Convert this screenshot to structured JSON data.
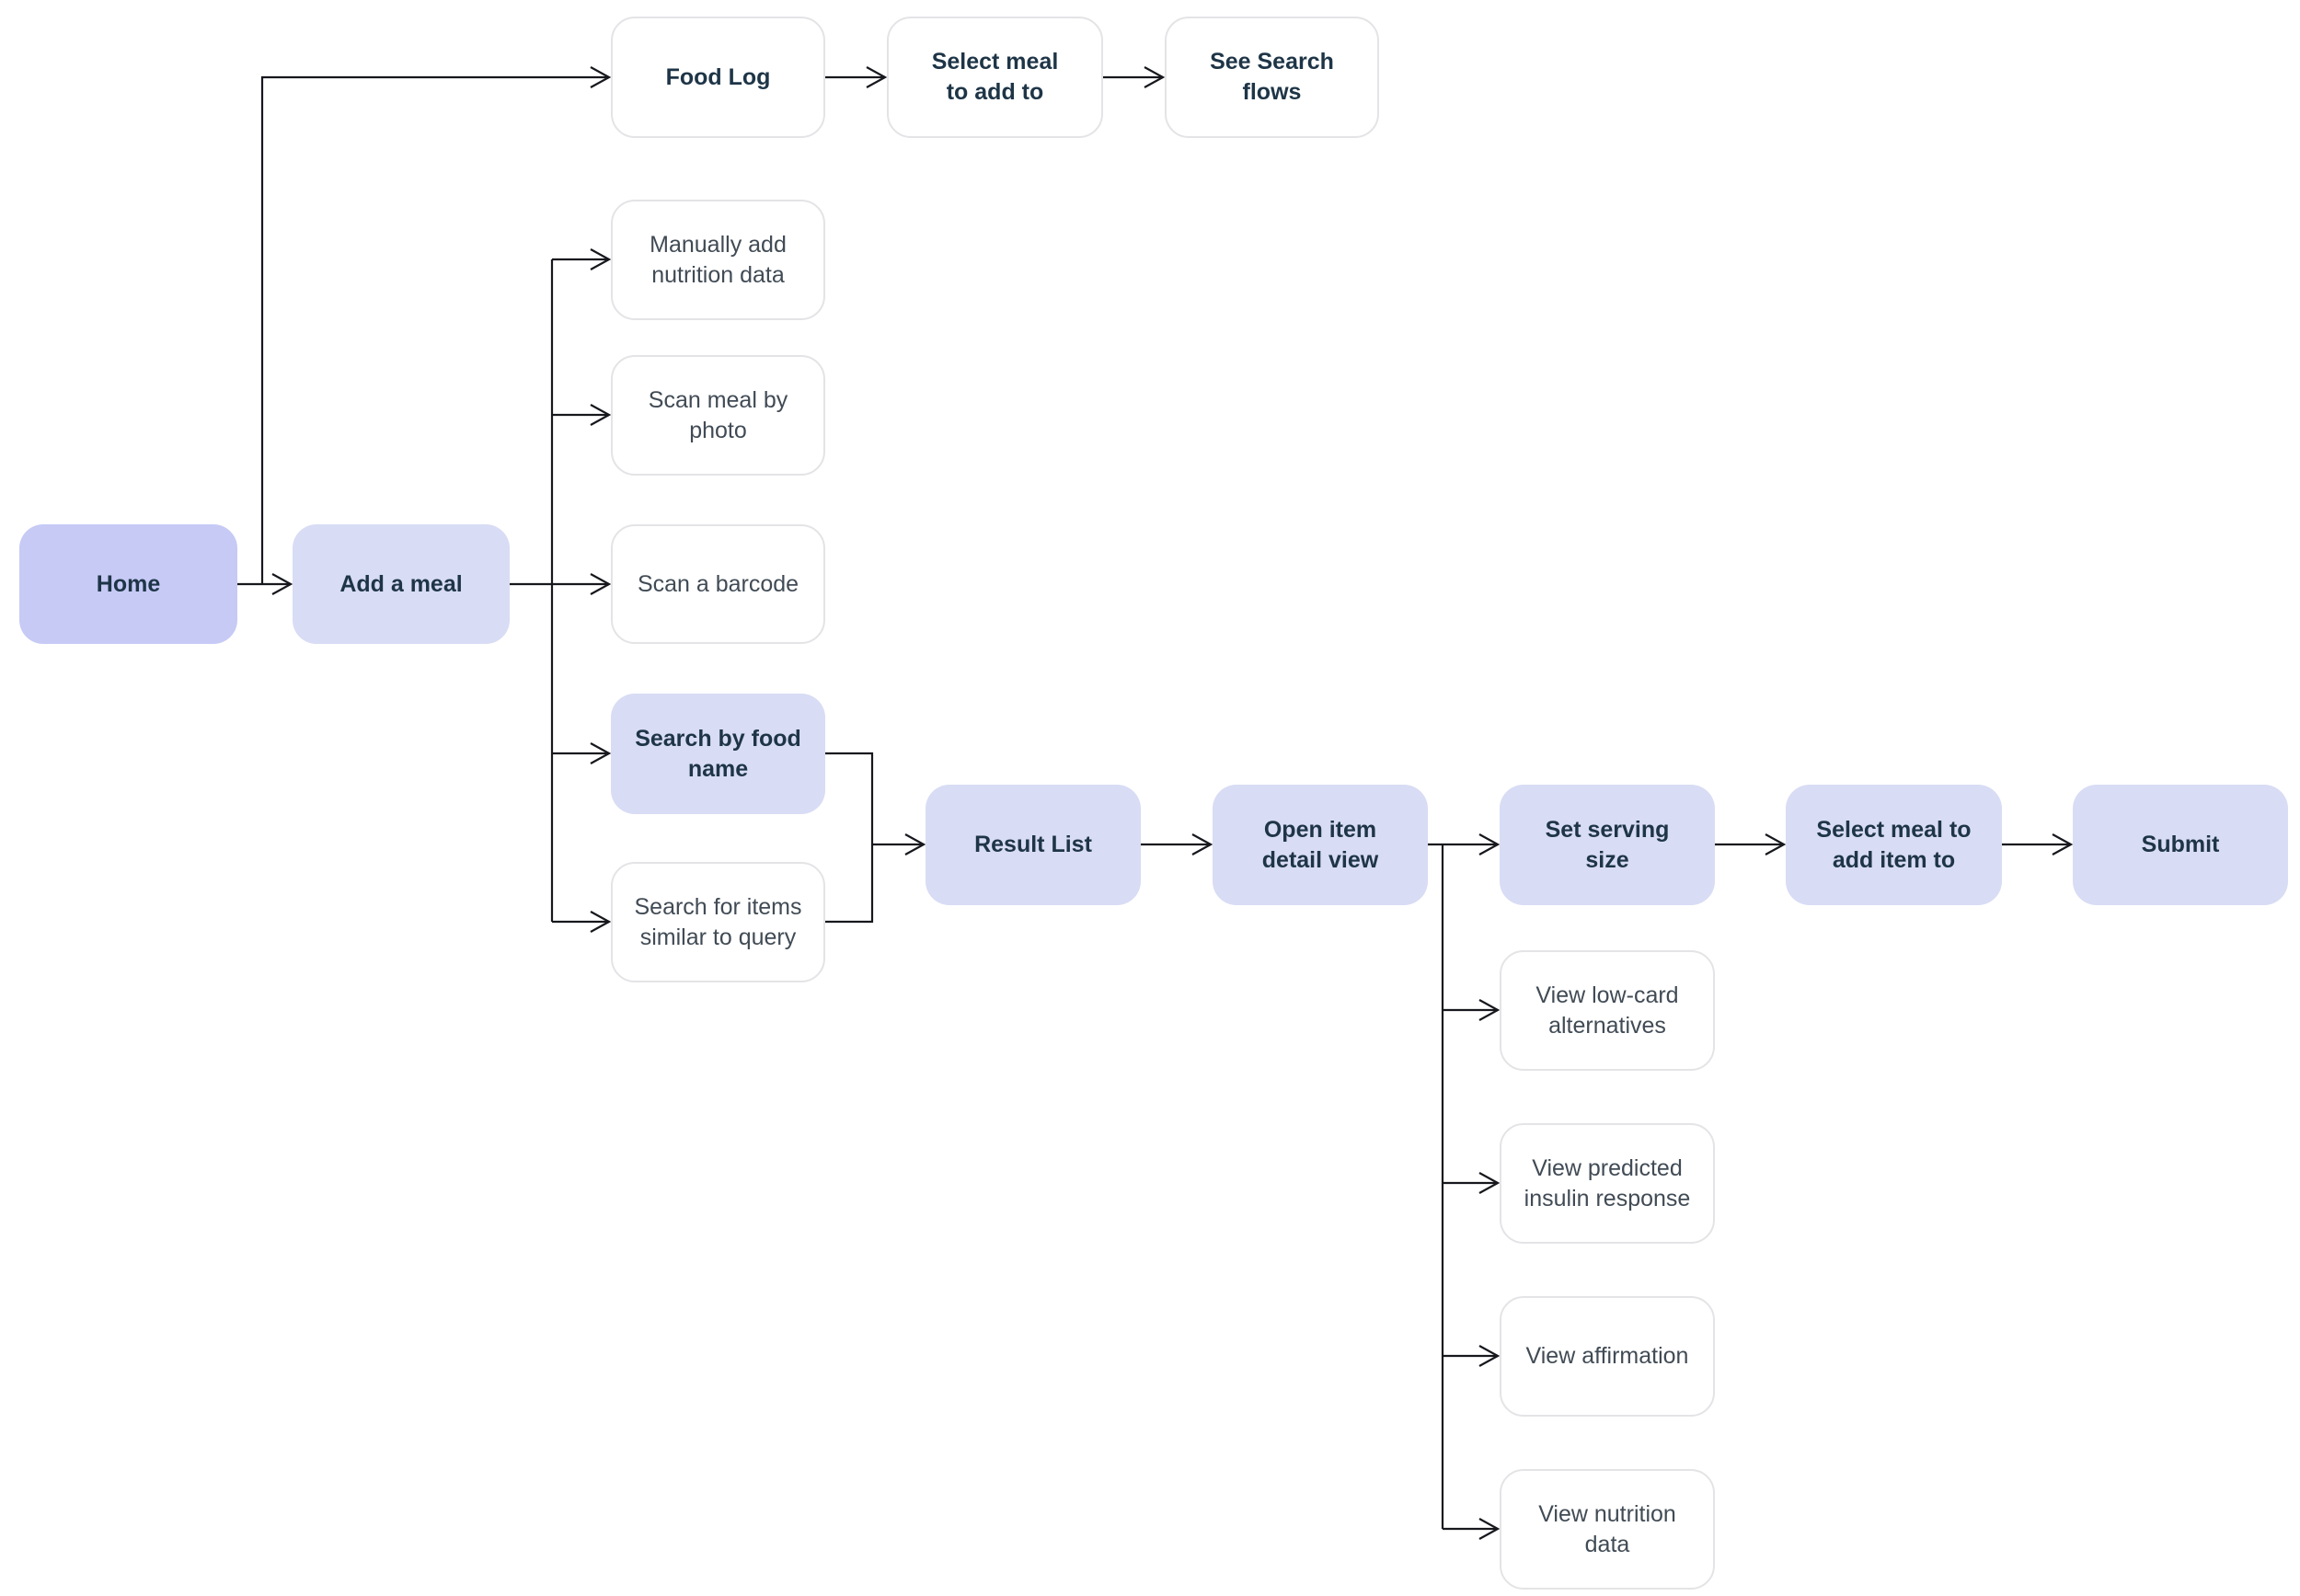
{
  "diagram": {
    "type": "flowchart",
    "colors": {
      "canvas_background": "#ffffff",
      "node_fill_primary": "#c6caf5",
      "node_fill_secondary": "#d8dcf4",
      "node_fill_plain": "#ffffff",
      "node_border_plain": "#e4e4e7",
      "edge_line": "#16181d",
      "text_bold": "#1e3547",
      "text_regular": "#414b55"
    },
    "nodes": [
      {
        "id": "home",
        "label": "Home",
        "style": "primary"
      },
      {
        "id": "add-a-meal",
        "label": "Add a meal",
        "style": "secondary"
      },
      {
        "id": "food-log",
        "label": "Food Log",
        "style": "outline-bold"
      },
      {
        "id": "select-meal-to-add-to",
        "label": "Select meal\nto add to",
        "style": "outline-bold"
      },
      {
        "id": "see-search-flows",
        "label": "See Search\nflows",
        "style": "outline-bold"
      },
      {
        "id": "manually-add-nutrition-data",
        "label": "Manually add\nnutrition data",
        "style": "outline"
      },
      {
        "id": "scan-meal-by-photo",
        "label": "Scan meal by photo",
        "style": "outline"
      },
      {
        "id": "scan-a-barcode",
        "label": "Scan a barcode",
        "style": "outline"
      },
      {
        "id": "search-by-food-name",
        "label": "Search by food\nname",
        "style": "secondary"
      },
      {
        "id": "search-for-items-similar-to-query",
        "label": "Search for items\nsimilar to query",
        "style": "outline"
      },
      {
        "id": "result-list",
        "label": "Result List",
        "style": "secondary"
      },
      {
        "id": "open-item-detail-view",
        "label": "Open item\ndetail view",
        "style": "secondary"
      },
      {
        "id": "set-serving-size",
        "label": "Set serving\nsize",
        "style": "secondary"
      },
      {
        "id": "select-meal-to-add-item-to",
        "label": "Select meal to\nadd item to",
        "style": "secondary"
      },
      {
        "id": "submit",
        "label": "Submit",
        "style": "secondary"
      },
      {
        "id": "view-low-card-alternatives",
        "label": "View low-card\nalternatives",
        "style": "outline"
      },
      {
        "id": "view-predicted-insulin-response",
        "label": "View predicted\ninsulin response",
        "style": "outline"
      },
      {
        "id": "view-affirmation",
        "label": "View affirmation",
        "style": "outline"
      },
      {
        "id": "view-nutrition-data",
        "label": "View nutrition\ndata",
        "style": "outline"
      }
    ],
    "edges": [
      {
        "from": "home",
        "to": "add-a-meal"
      },
      {
        "from": "home",
        "to": "food-log"
      },
      {
        "from": "food-log",
        "to": "select-meal-to-add-to"
      },
      {
        "from": "select-meal-to-add-to",
        "to": "see-search-flows"
      },
      {
        "from": "add-a-meal",
        "to": "manually-add-nutrition-data"
      },
      {
        "from": "add-a-meal",
        "to": "scan-meal-by-photo"
      },
      {
        "from": "add-a-meal",
        "to": "scan-a-barcode"
      },
      {
        "from": "add-a-meal",
        "to": "search-by-food-name"
      },
      {
        "from": "add-a-meal",
        "to": "search-for-items-similar-to-query"
      },
      {
        "from": "search-by-food-name",
        "to": "result-list"
      },
      {
        "from": "search-for-items-similar-to-query",
        "to": "result-list"
      },
      {
        "from": "result-list",
        "to": "open-item-detail-view"
      },
      {
        "from": "open-item-detail-view",
        "to": "set-serving-size"
      },
      {
        "from": "open-item-detail-view",
        "to": "view-low-card-alternatives"
      },
      {
        "from": "open-item-detail-view",
        "to": "view-predicted-insulin-response"
      },
      {
        "from": "open-item-detail-view",
        "to": "view-affirmation"
      },
      {
        "from": "open-item-detail-view",
        "to": "view-nutrition-data"
      },
      {
        "from": "set-serving-size",
        "to": "select-meal-to-add-item-to"
      },
      {
        "from": "select-meal-to-add-item-to",
        "to": "submit"
      }
    ]
  }
}
